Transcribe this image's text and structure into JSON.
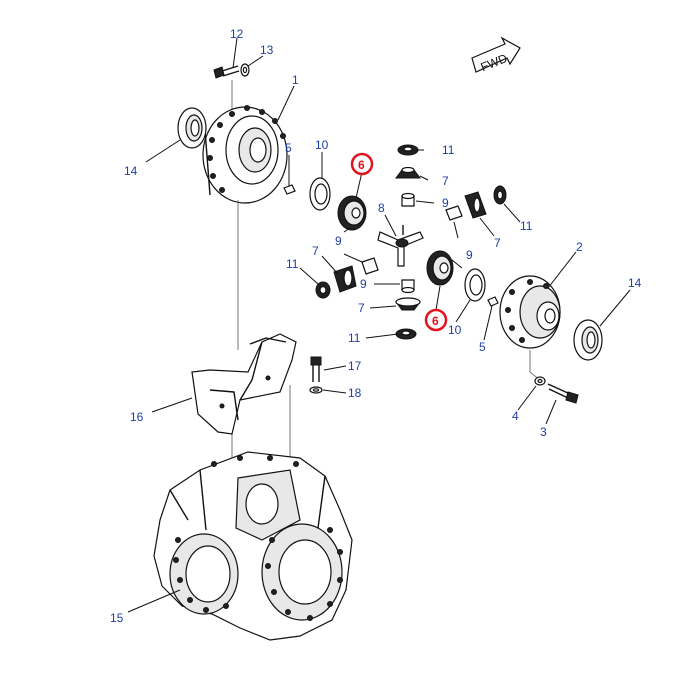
{
  "fwd_label": "FWD",
  "callouts": [
    {
      "id": "c12",
      "text": "12"
    },
    {
      "id": "c13",
      "text": "13"
    },
    {
      "id": "c1",
      "text": "1"
    },
    {
      "id": "c14a",
      "text": "14"
    },
    {
      "id": "c5a",
      "text": "5"
    },
    {
      "id": "c10a",
      "text": "10"
    },
    {
      "id": "c6a",
      "text": "6",
      "highlight": true
    },
    {
      "id": "c11a",
      "text": "11"
    },
    {
      "id": "c7a",
      "text": "7"
    },
    {
      "id": "c9a",
      "text": "9"
    },
    {
      "id": "c8",
      "text": "8"
    },
    {
      "id": "c9b",
      "text": "9"
    },
    {
      "id": "c7b",
      "text": "7"
    },
    {
      "id": "c11b",
      "text": "11"
    },
    {
      "id": "c2",
      "text": "2"
    },
    {
      "id": "c11c",
      "text": "11"
    },
    {
      "id": "c7c",
      "text": "7"
    },
    {
      "id": "c9c",
      "text": "9"
    },
    {
      "id": "c9d",
      "text": "9"
    },
    {
      "id": "c7d",
      "text": "7"
    },
    {
      "id": "c11d",
      "text": "11"
    },
    {
      "id": "c6b",
      "text": "6",
      "highlight": true
    },
    {
      "id": "c10b",
      "text": "10"
    },
    {
      "id": "c5b",
      "text": "5"
    },
    {
      "id": "c14b",
      "text": "14"
    },
    {
      "id": "c17",
      "text": "17"
    },
    {
      "id": "c18",
      "text": "18"
    },
    {
      "id": "c16",
      "text": "16"
    },
    {
      "id": "c4",
      "text": "4"
    },
    {
      "id": "c3",
      "text": "3"
    },
    {
      "id": "c15",
      "text": "15"
    }
  ],
  "colors": {
    "label": "#1f3fa6",
    "highlight": "#e0141e",
    "ink": "#111111"
  }
}
